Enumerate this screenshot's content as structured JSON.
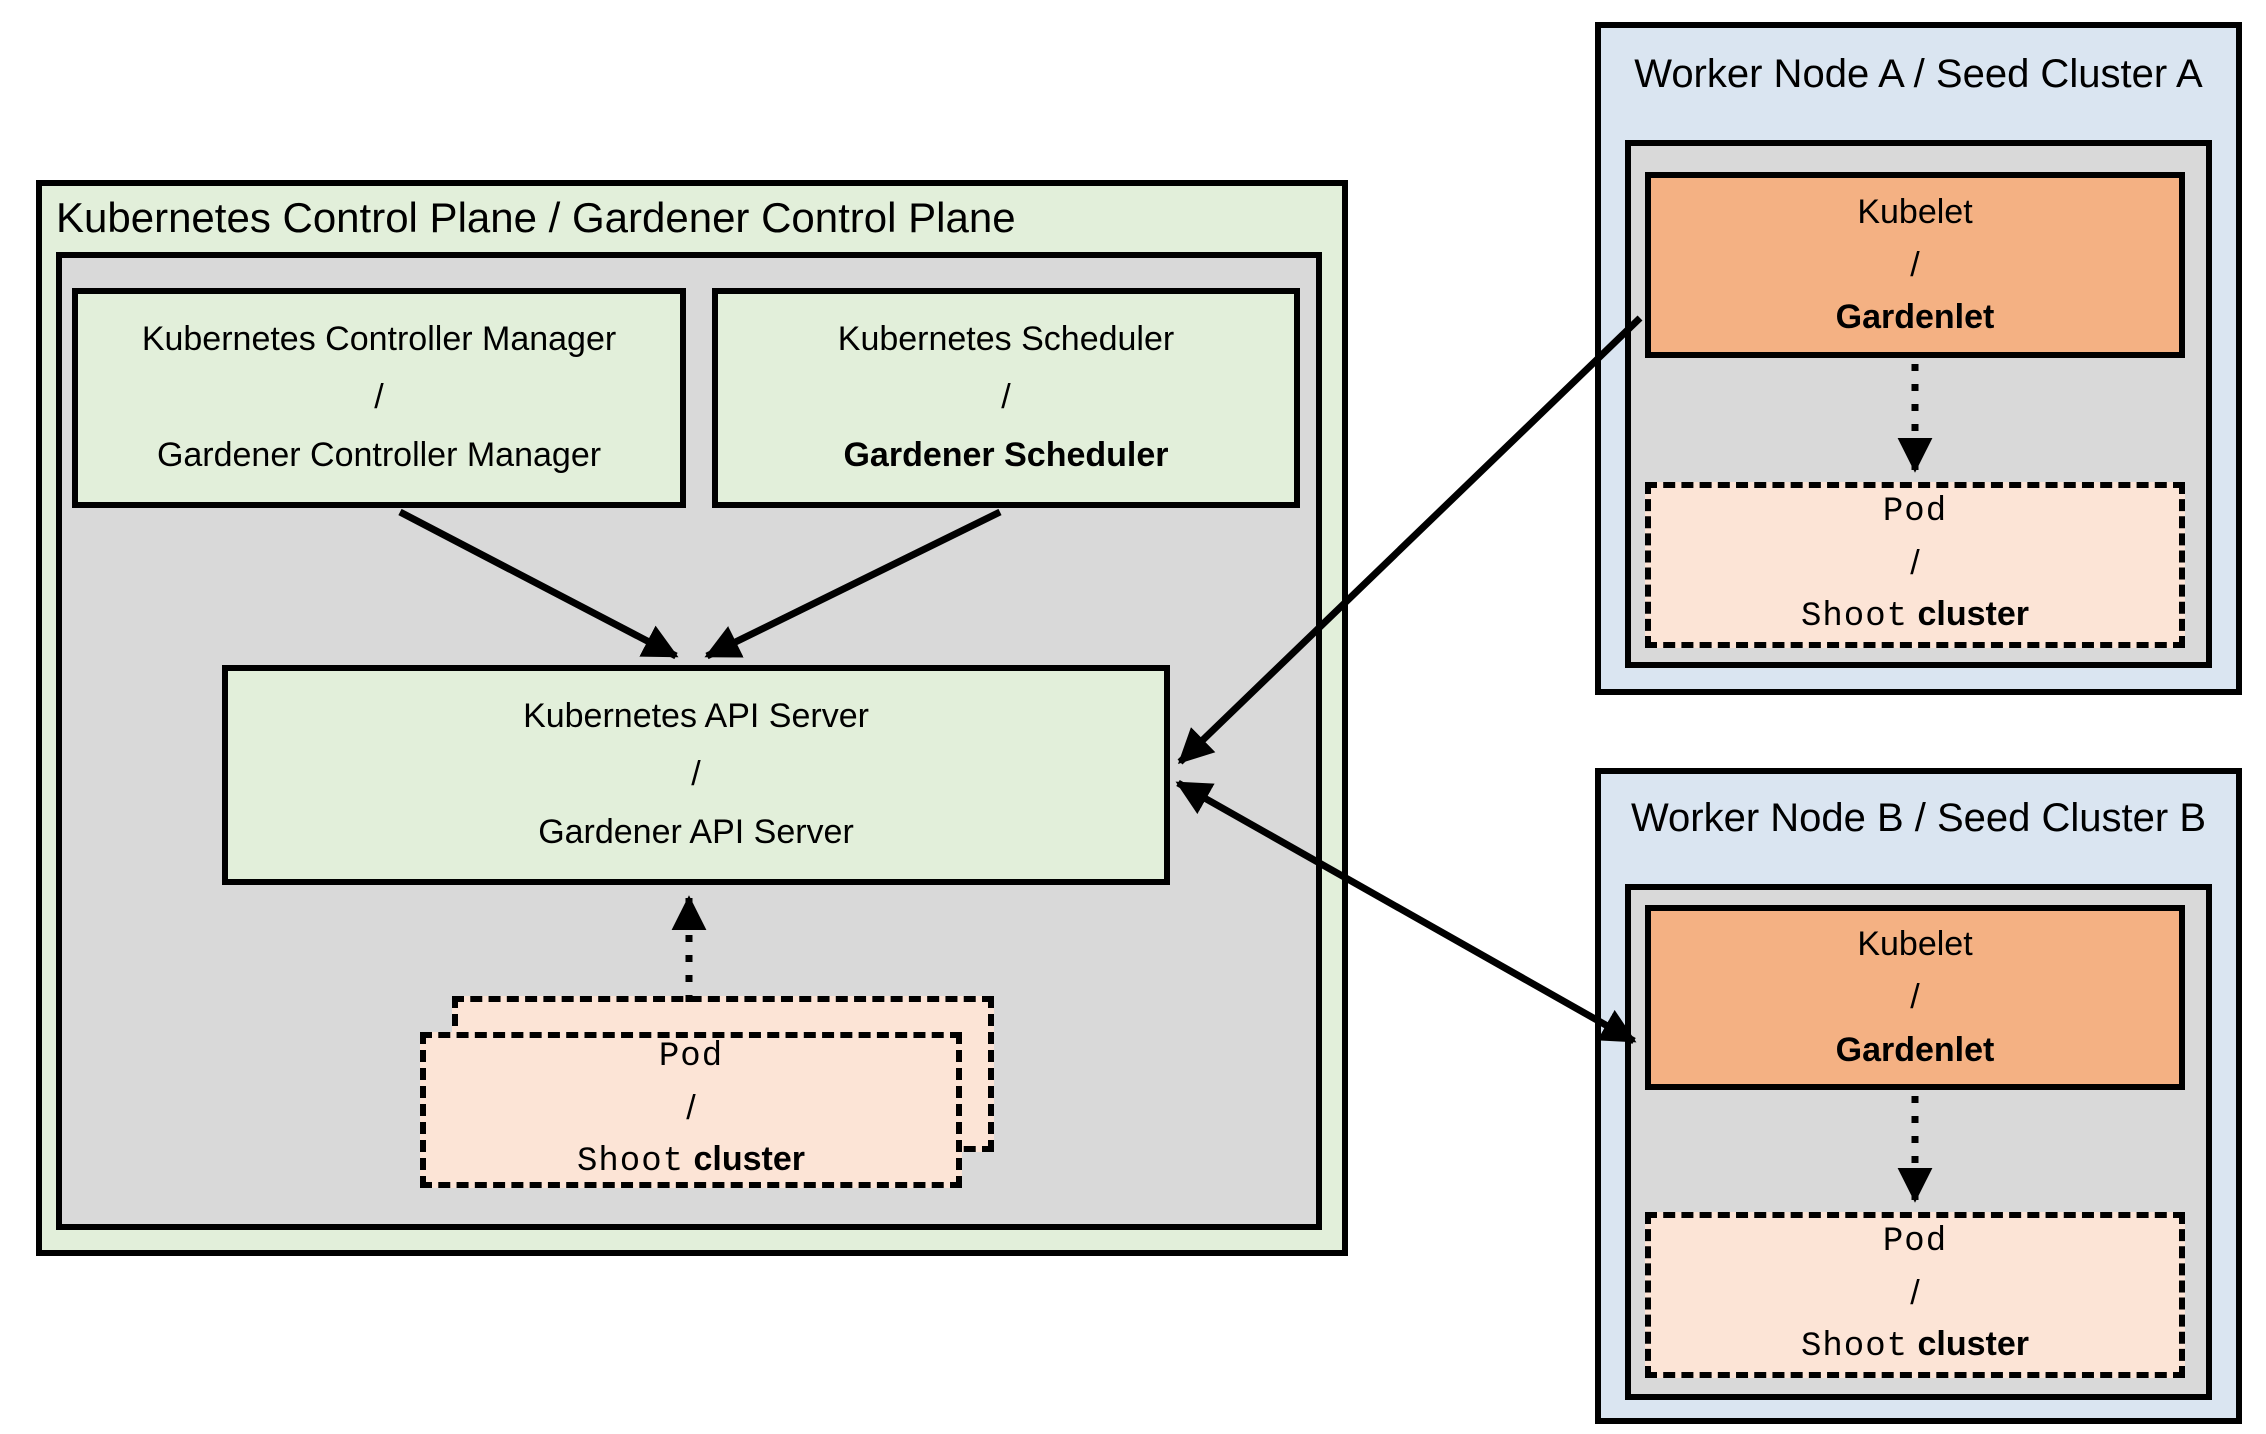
{
  "colors": {
    "light_green": "#e2efda",
    "gray": "#d9d9d9",
    "light_blue": "#dae5f1",
    "orange": "#f4b183",
    "peach": "#fce4d6",
    "line": "#000000"
  },
  "control_plane": {
    "title": "Kubernetes Control Plane / Gardener Control Plane",
    "controller_manager": {
      "line1": "Kubernetes Controller Manager",
      "sep": "/",
      "line2": "Gardener Controller Manager"
    },
    "scheduler": {
      "line1": "Kubernetes Scheduler",
      "sep": "/",
      "line2": "Gardener Scheduler"
    },
    "api_server": {
      "line1": "Kubernetes API Server",
      "sep": "/",
      "line2": "Gardener API Server"
    },
    "pod": {
      "line1": "Pod",
      "sep": "/",
      "line2_code": "Shoot",
      "line2_text": "cluster"
    }
  },
  "worker_nodes": [
    {
      "title": "Worker Node A / Seed Cluster A",
      "kubelet": {
        "line1": "Kubelet",
        "sep": "/",
        "line2": "Gardenlet"
      },
      "pod": {
        "line1": "Pod",
        "sep": "/",
        "line2_code": "Shoot",
        "line2_text": "cluster"
      }
    },
    {
      "title": "Worker Node B / Seed Cluster B",
      "kubelet": {
        "line1": "Kubelet",
        "sep": "/",
        "line2": "Gardenlet"
      },
      "pod": {
        "line1": "Pod",
        "sep": "/",
        "line2_code": "Shoot",
        "line2_text": "cluster"
      }
    }
  ]
}
